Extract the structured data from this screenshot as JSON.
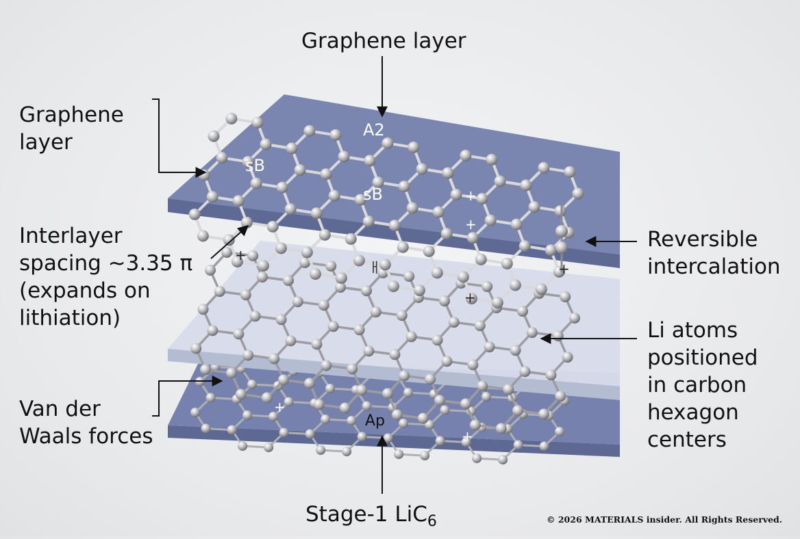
{
  "labels": {
    "top": "Graphene layer",
    "graphene_left": "Graphene\nlayer",
    "interlayer": "Interlayer\nspacing ~3.35 π\n(expands on\nlithiation)",
    "vdw": "Van der\nWaals forces",
    "reversible": "Reversible\nintercalation",
    "li_atoms": "Li atoms\npositioned\nin carbon\nhexagon\ncenters",
    "stage_prefix": "Stage-1 LiC",
    "stage_sub": "6"
  },
  "site_labels": {
    "a2": "A2",
    "sb_left": "sB",
    "sb_center": "sB",
    "ap": "Ap",
    "mid_glyph": "ㅐ",
    "plus": "+"
  },
  "copyright": "© 2026 MATERIALS insider. All Rights Reserved.",
  "colors": {
    "top_plate": "#7a86b0",
    "mid_plate": "#cfd6e6",
    "bottom_plate": "#7682ad",
    "atom": "#c8c8cc"
  }
}
